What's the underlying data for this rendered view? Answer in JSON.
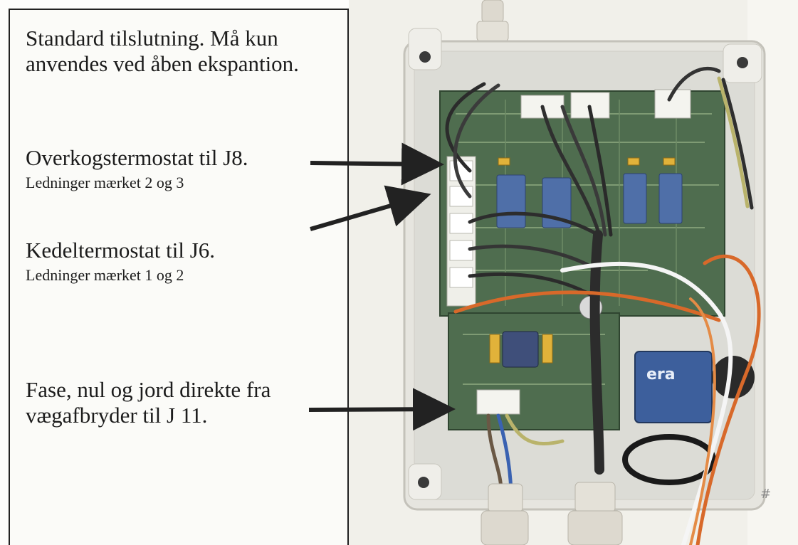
{
  "notes": {
    "standard": "Standard tilslutning.  Må kun anvendes ved åben ekspantion.",
    "overkog_main": "Overkogstermostat til J8.",
    "overkog_sub": "Ledninger mærket 2 og 3",
    "kedel_main": "Kedeltermostat til J6.",
    "kedel_sub": "Ledninger mærket 1 og 2",
    "fase": "Fase, nul og jord direkte fra vægafbryder til J 11."
  },
  "photo": {
    "transformer_label": "era",
    "corner_mark": "#"
  },
  "colors": {
    "enclosure": "#e9e8e2",
    "pcb": "#4d6b4e",
    "relay_blue": "#4f6fa8",
    "transformer_blue": "#3d5f9c",
    "wire_orange": "#d8692a",
    "arrow": "#222222"
  }
}
